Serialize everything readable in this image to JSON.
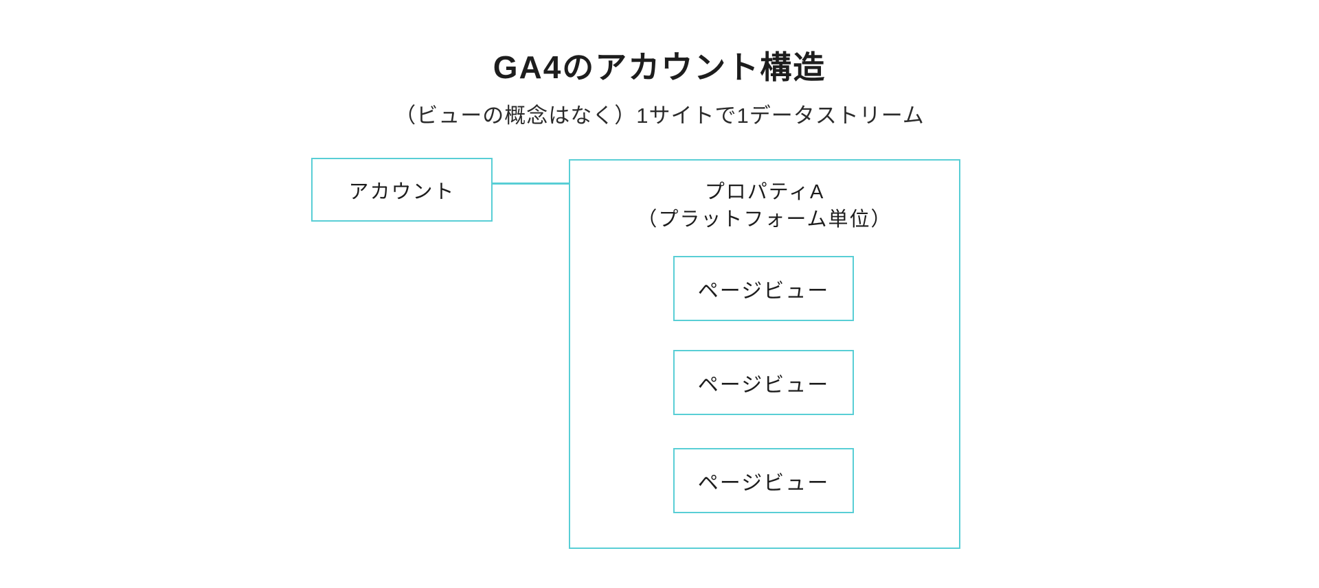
{
  "page": {
    "title": "GA4のアカウント構造",
    "subtitle": "（ビューの概念はなく）1サイトで1データストリーム"
  },
  "diagram": {
    "account_box": {
      "label": "アカウント"
    },
    "property_box": {
      "title_line1": "プロパティA",
      "title_line2": "（プラットフォーム単位）",
      "children": [
        {
          "label": "ページビュー"
        },
        {
          "label": "ページビュー"
        },
        {
          "label": "ページビュー"
        }
      ]
    }
  },
  "colors": {
    "border": "#58ced5",
    "text": "#1d1d1d",
    "bg": "#ffffff"
  }
}
